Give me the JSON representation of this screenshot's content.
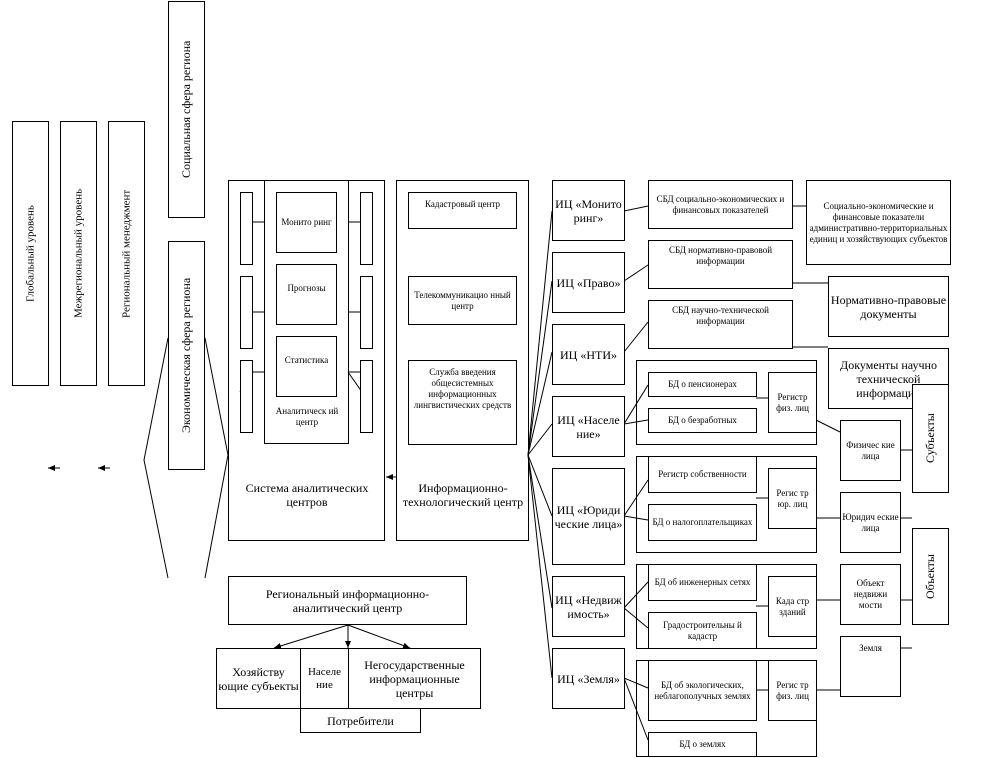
{
  "levels": {
    "global": "Глобальный уровень",
    "interregional": "Межрегиональный уровень",
    "regional_mgmt": "Региональный менеджмент",
    "social_sphere": "Социальная сфера региона",
    "economic_sphere": "Экономическая сфера региона"
  },
  "analytic": {
    "monitoring": "Монито ринг",
    "forecasts": "Прогнозы",
    "statistics": "Статистика",
    "center": "Аналитическ ий центр",
    "system": "Система аналитических центров"
  },
  "itc": {
    "cadastral": "Кадастровый центр",
    "telecom": "Телекоммуникацио нный центр",
    "linguistic": "Служба введения общесистемных информационных лингвистических средств",
    "title": "Информационно-технологический центр"
  },
  "ic": [
    "ИЦ «Монито ринг»",
    "ИЦ «Право»",
    "ИЦ «НТИ»",
    "ИЦ «Населе ние»",
    "ИЦ «Юриди ческие лица»",
    "ИЦ «Недвиж имость»",
    "ИЦ «Земля»"
  ],
  "db": {
    "sbd_social": "СБД социально-экономических и финансовых показателей",
    "sbd_norm": "СБД нормативно-правовой информации",
    "sbd_sci": "СБД научно-технической информации",
    "pensioners": "БД о пенсионерах",
    "unemployed": "БД о безработных",
    "reg_phys": "Регистр физ. лиц",
    "reg_property": "Регистр собственности",
    "taxpayers": "БД о налогоплательщиках",
    "reg_legal": "Регис тр юр. лиц",
    "eng_networks": "БД об инженерных сетях",
    "urban_cadastre": "Градостроительны й кадастр",
    "bld_cadastre": "Када стр зданий",
    "eco_lands": "БД об экологических, неблагополучных землях",
    "reg_phys2": "Регис тр физ. лиц",
    "lands": "БД о землях"
  },
  "right": {
    "soc_indicators": "Социально-экономические и финансовые показатели административно-территориальных единиц и хозяйствующих субъектов",
    "norm_docs": "Нормативно-правовые документы",
    "sci_docs": "Документы научно технической информации",
    "phys_persons": "Физичес кие лица",
    "legal_persons": "Юридич еские лица",
    "real_estate": "Объект недвижи мости",
    "land": "Земля",
    "subjects": "Субъекты",
    "objects": "Объекты"
  },
  "consumers": {
    "regional_center": "Региональный информационно-аналитический центр",
    "business": "Хозяйству ющие субъекты",
    "population": "Населе ние",
    "nongov": "Негосударственные информационные центры",
    "title": "Потребители"
  }
}
